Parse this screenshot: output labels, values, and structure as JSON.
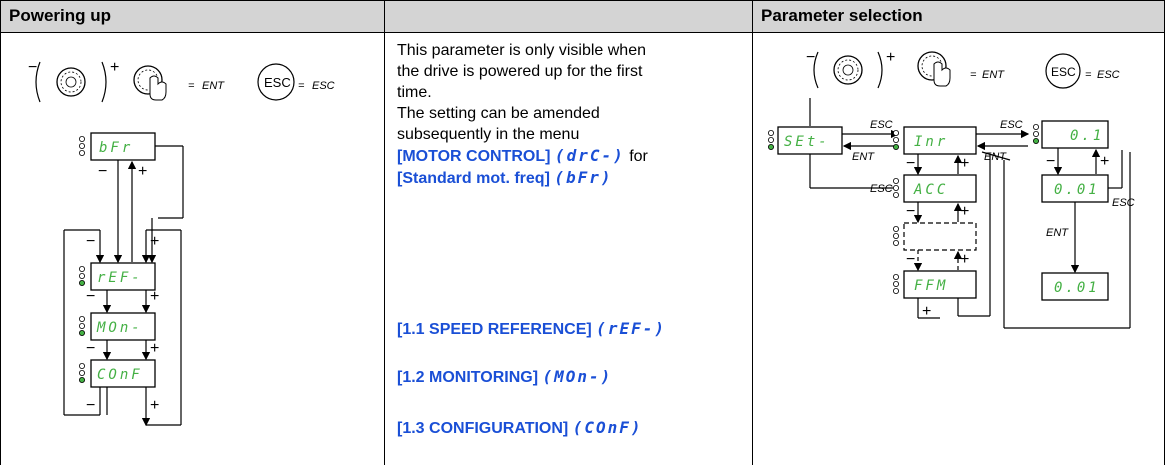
{
  "headers": {
    "col1": "Powering up",
    "col3": "Parameter selection"
  },
  "legend": {
    "minus": "−",
    "plus": "+",
    "ent_eq": "=",
    "ent": "ENT",
    "esc_btn": "ESC",
    "esc_eq": "=",
    "esc": "ESC"
  },
  "description": {
    "line1": "This parameter is only visible when",
    "line2": "the drive is powered up for the first",
    "line3": "time.",
    "line4": "The setting can be amended",
    "line5": "subsequently in the menu",
    "menu_link": "[MOTOR CONTROL]",
    "menu_code": "drC-",
    "for_word": "for",
    "param_link": "[Standard mot. freq]",
    "param_code": "bFr"
  },
  "menus": [
    {
      "label": "[1.1 SPEED REFERENCE]",
      "code": "rEF-"
    },
    {
      "label": "[1.2 MONITORING]",
      "code": "МOn-"
    },
    {
      "label": "[1.3 CONFIGURATION]",
      "code": "COnF"
    }
  ],
  "left_displays": [
    "bFr",
    "rEF-",
    "МOn-",
    "COnF"
  ],
  "right_displays": {
    "set": "SEt-",
    "inr": "Inr",
    "acc": "ACC",
    "ffm": "FFM",
    "v1": "0.1",
    "v2": "0.01",
    "v3": "0.01"
  },
  "flow_labels": {
    "esc": "ESC",
    "ent": "ENT"
  }
}
